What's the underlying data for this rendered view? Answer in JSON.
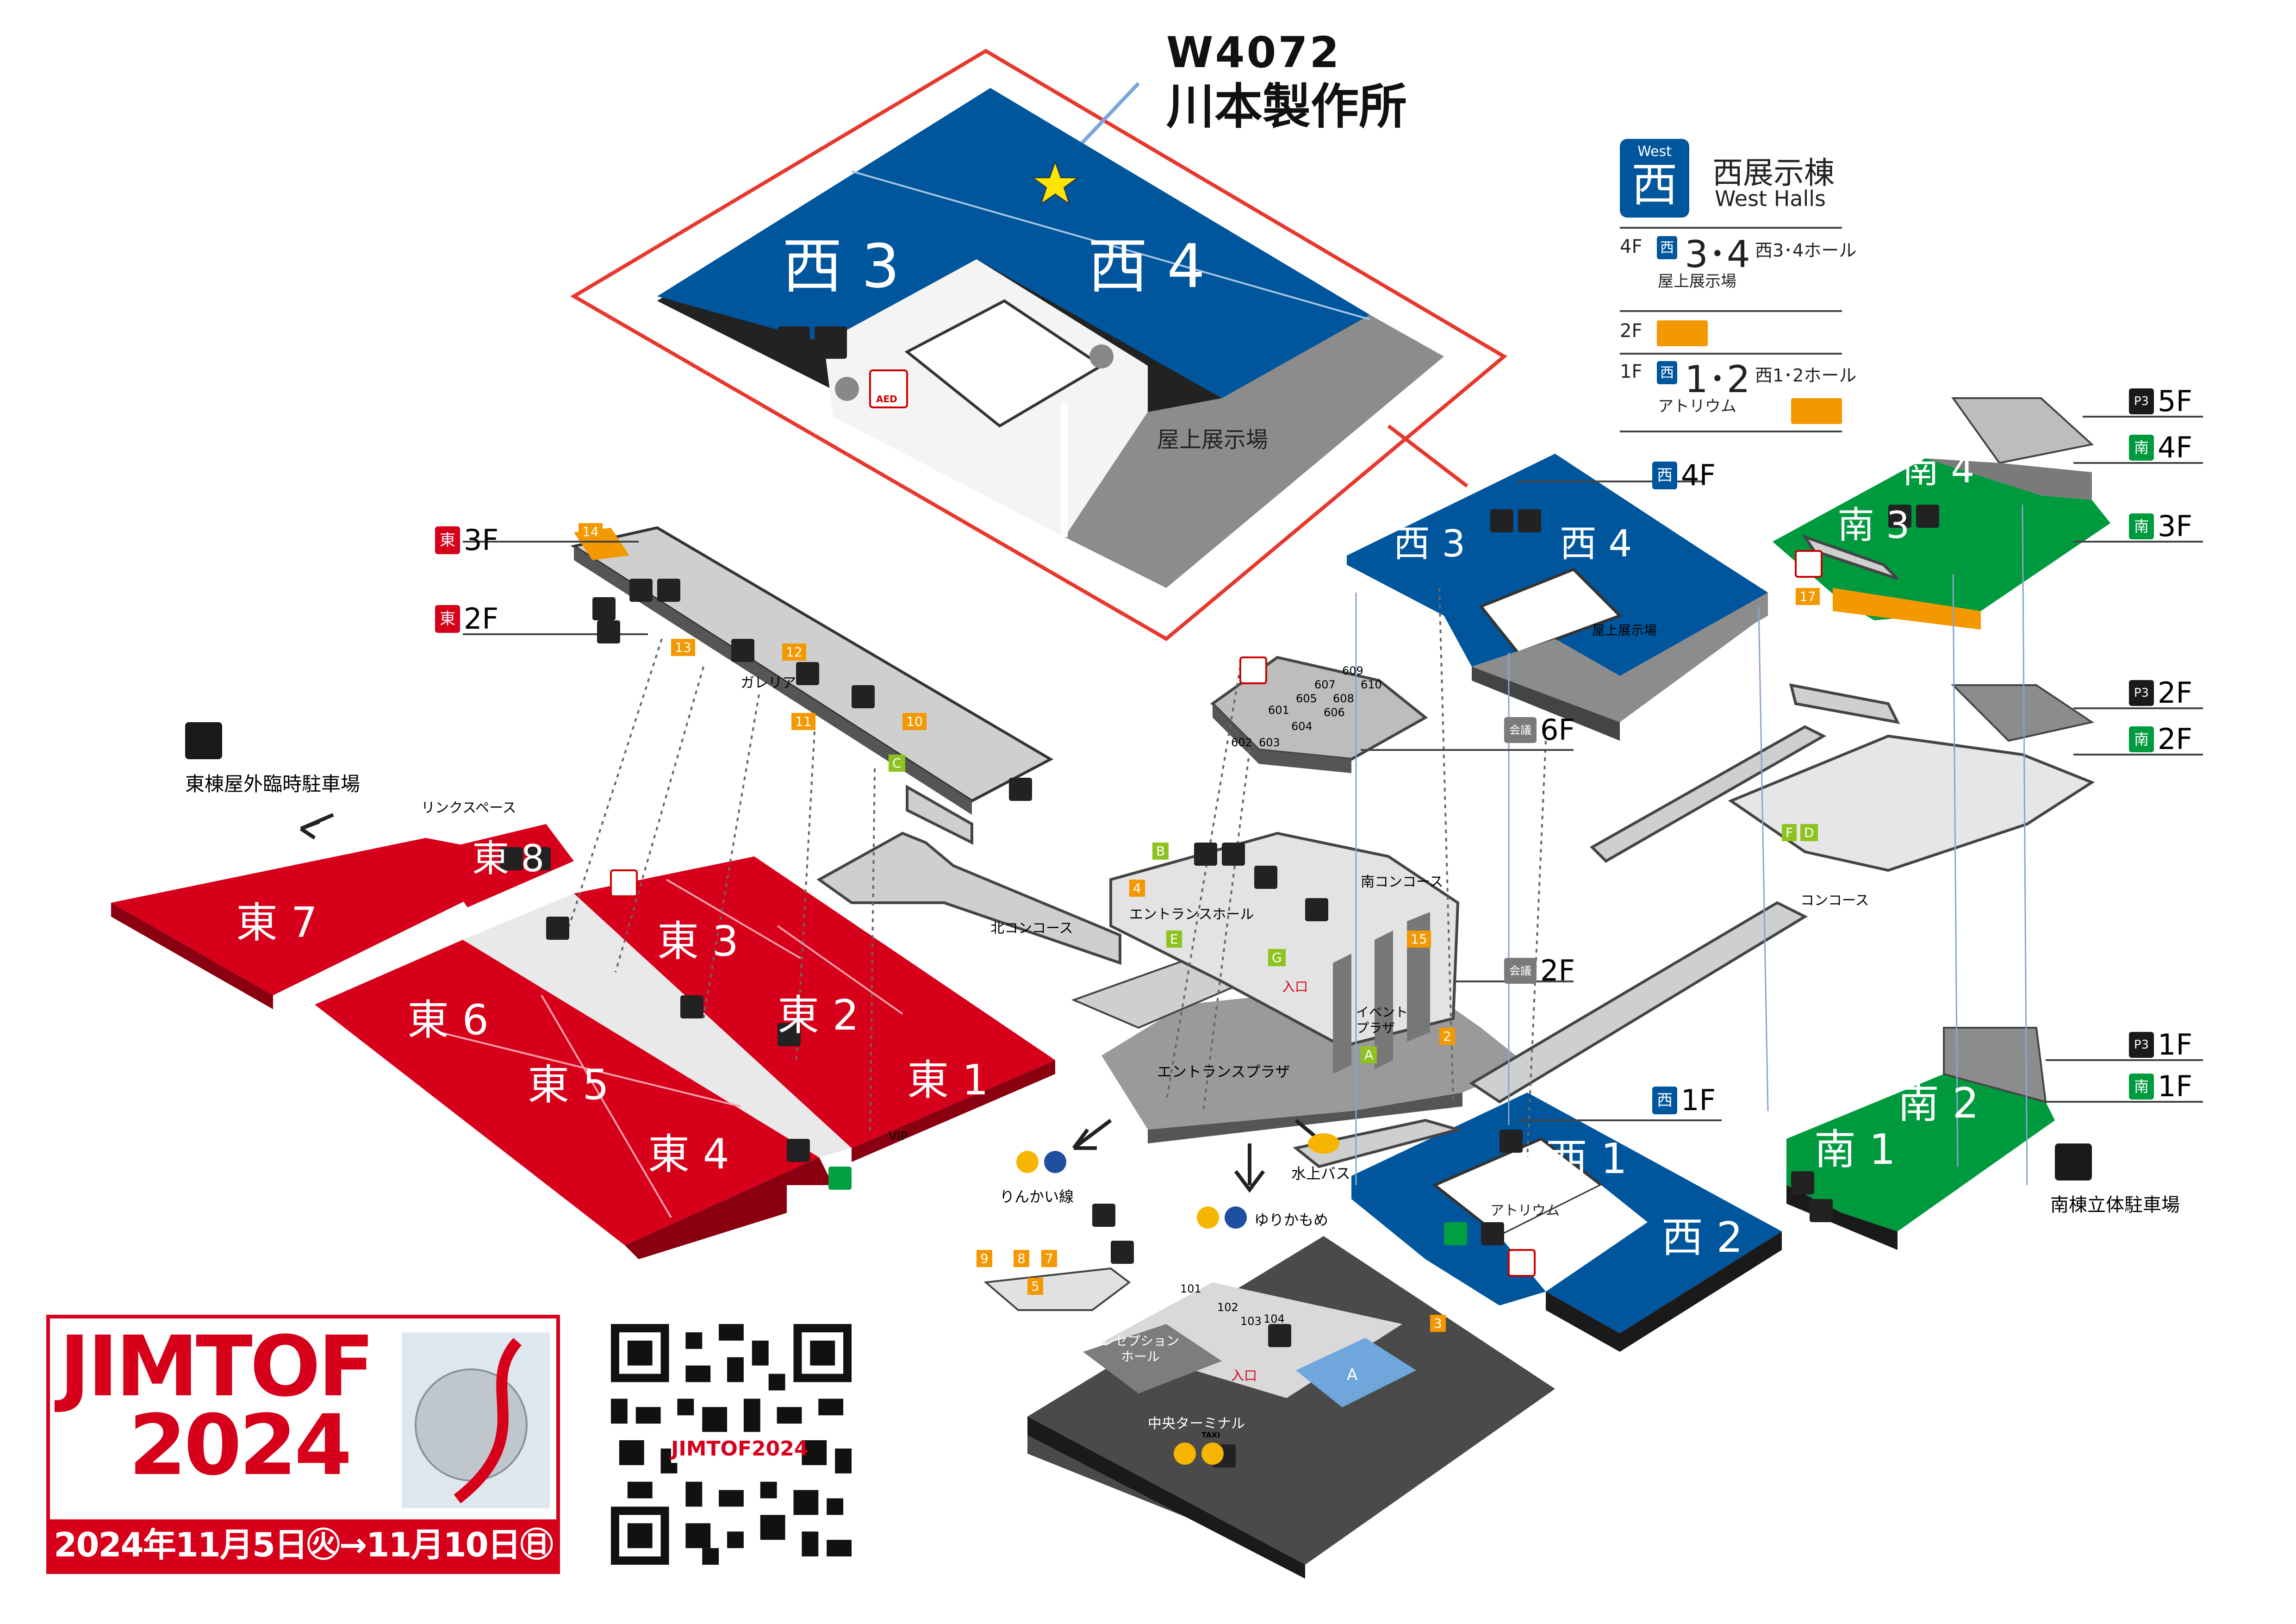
{
  "callout": {
    "booth": "W4072",
    "company": "川本製作所"
  },
  "west_zoom": {
    "hall3": "西 3",
    "hall4": "西 4",
    "rooftop": "屋上展示場",
    "aed": "AED"
  },
  "legend": {
    "badge_en": "West",
    "badge_jp": "西",
    "title": "西展示棟",
    "subtitle": "West Halls",
    "f4": {
      "floor": "4F",
      "mini": "西",
      "big": "3･4",
      "hall": "西3･4ホール",
      "sub": "屋上展示場"
    },
    "f2": {
      "floor": "2F"
    },
    "f1": {
      "floor": "1F",
      "mini": "西",
      "big": "1･2",
      "hall": "西1･2ホール",
      "sub": "アトリウム"
    }
  },
  "floors": {
    "east3f": "3F",
    "east2f": "2F",
    "west4f": "4F",
    "west1f": "1F",
    "south4f": "4F",
    "south3f": "3F",
    "south2f": "2F",
    "south1f": "1F",
    "p3_5f": "5F",
    "p3_2f": "2F",
    "p3_1f": "1F",
    "conf6f": "6F",
    "conf2f": "2F",
    "east_badge": "東",
    "west_badge": "西",
    "south_badge": "南",
    "p3": "P3",
    "conf": "会議"
  },
  "halls": {
    "east": [
      "東 1",
      "東 2",
      "東 3",
      "東 4",
      "東 5",
      "東 6",
      "東 7",
      "東 8"
    ],
    "west": [
      "西 1",
      "西 2",
      "西 3",
      "西 4"
    ],
    "south": [
      "南 1",
      "南 2",
      "南 3",
      "南 4"
    ]
  },
  "labels": {
    "east_parking": "東棟屋外臨時駐車場",
    "link_space": "リンクスペース",
    "galleria": "ガレリア",
    "north_concourse": "北コンコース",
    "south_concourse": "南コンコース",
    "entrance_hall": "エントランスホール",
    "entrance_plaza": "エントランスプラザ",
    "event_plaza": "イベント\nプラザ",
    "entrance": "入口",
    "rooftop_small": "屋上展示場",
    "atrium": "アトリウム",
    "concourse": "コンコース",
    "rinkai": "りんかい線",
    "yurikamome": "ゆりかもめ",
    "water_bus": "水上バス",
    "reception_hall": "レセプション\nホール",
    "central_terminal": "中央ターミナル",
    "south_parking": "南棟立体駐車場",
    "vip": "VIP",
    "taxi": "TAXI",
    "hall_a": "A"
  },
  "rooms_6f": [
    "601",
    "602",
    "603",
    "604",
    "605",
    "606",
    "607",
    "608",
    "609",
    "610"
  ],
  "rooms_1f": [
    "101",
    "102",
    "103",
    "104"
  ],
  "orange_numbers": [
    "14",
    "13",
    "12",
    "11",
    "10",
    "17",
    "15",
    "2",
    "3",
    "4",
    "5",
    "7",
    "8",
    "9"
  ],
  "green_letters": [
    "A",
    "B",
    "C",
    "D",
    "E",
    "F",
    "G"
  ],
  "logo": {
    "line1": "JIMTOF",
    "line2": "2024",
    "dates": "2024年11月5日㊋→11月10日㊐",
    "qr_label": "JIMTOF2024"
  },
  "colors": {
    "east": "#d7001b",
    "west": "#00569c",
    "south": "#009a3e",
    "orange": "#f39800",
    "gray": "#8c8c8c",
    "lightgray": "#d0d0d0",
    "dark": "#3d3d3d"
  }
}
